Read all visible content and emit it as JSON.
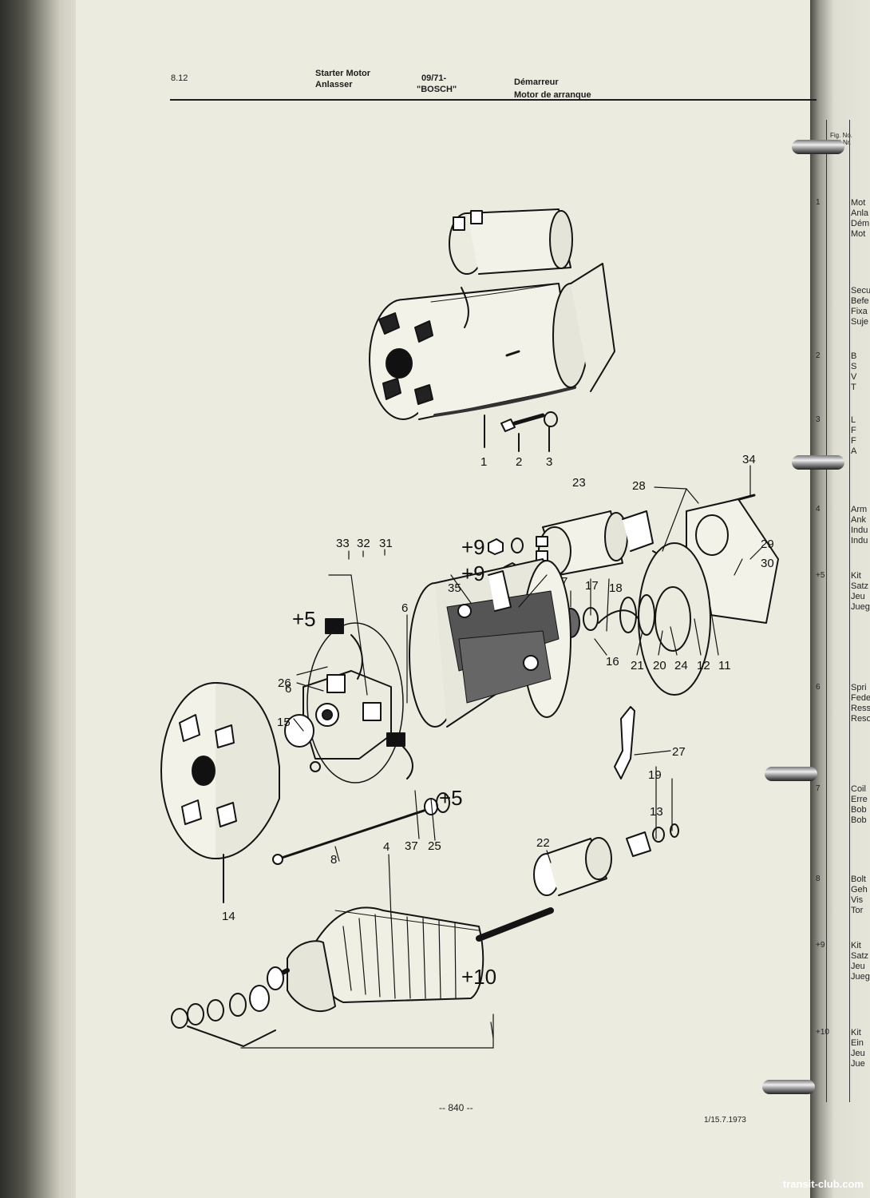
{
  "header": {
    "section": "8.12",
    "title_en": "Starter Motor",
    "title_de": "Anlasser",
    "date": "09/71-",
    "brand": "\"BOSCH\"",
    "title_fr": "Démarreur",
    "title_es": "Motor de arranque"
  },
  "callouts": {
    "c1": "1",
    "c2": "2",
    "c3": "3",
    "c4": "4",
    "c5a": "+5",
    "c5b": "+5",
    "c6a": "6",
    "c6b": "6",
    "c7": "7",
    "c8": "8",
    "c9a": "+9",
    "c9b": "+9",
    "c10": "+10",
    "c11": "11",
    "c12": "12",
    "c13": "13",
    "c14": "14",
    "c15": "15",
    "c16": "16",
    "c17": "17",
    "c18": "18",
    "c19": "19",
    "c20": "20",
    "c21": "21",
    "c22": "22",
    "c23": "23",
    "c24": "24",
    "c25": "25",
    "c26": "26",
    "c27": "27",
    "c28": "28",
    "c29": "29",
    "c30": "30",
    "c31": "31",
    "c32": "32",
    "c33": "33",
    "c34": "34",
    "c35": "35",
    "c37": "37"
  },
  "footer": {
    "page_number": "-- 840 --",
    "revision": "1/15.7.1973"
  },
  "sidebar": {
    "col_header": "Fig. No.\nBild-Nr.",
    "rows": [
      {
        "num": "1",
        "text": "Mot\nAnla\nDém\nMot"
      },
      {
        "num": "",
        "text": "Secu\nBefe\nFixa\nSuje"
      },
      {
        "num": "2",
        "text": "B\nS\nV\nT"
      },
      {
        "num": "3",
        "text": "L\nF\nF\nA"
      },
      {
        "num": "4",
        "text": "Arm\nAnk\nIndu\nIndu"
      },
      {
        "num": "+5",
        "text": "Kit\nSatz\nJeu\nJueg"
      },
      {
        "num": "6",
        "text": "Spri\nFede\nRess\nReso"
      },
      {
        "num": "7",
        "text": "Coil\nErre\nBob\nBob"
      },
      {
        "num": "8",
        "text": "Bolt\nGeh\nVis\nTor"
      },
      {
        "num": "+9",
        "text": "Kit\nSatz\nJeu\nJueg"
      },
      {
        "num": "+10",
        "text": "Kit\nEin\nJeu\nJue"
      }
    ]
  },
  "watermark": "transit-club.com"
}
